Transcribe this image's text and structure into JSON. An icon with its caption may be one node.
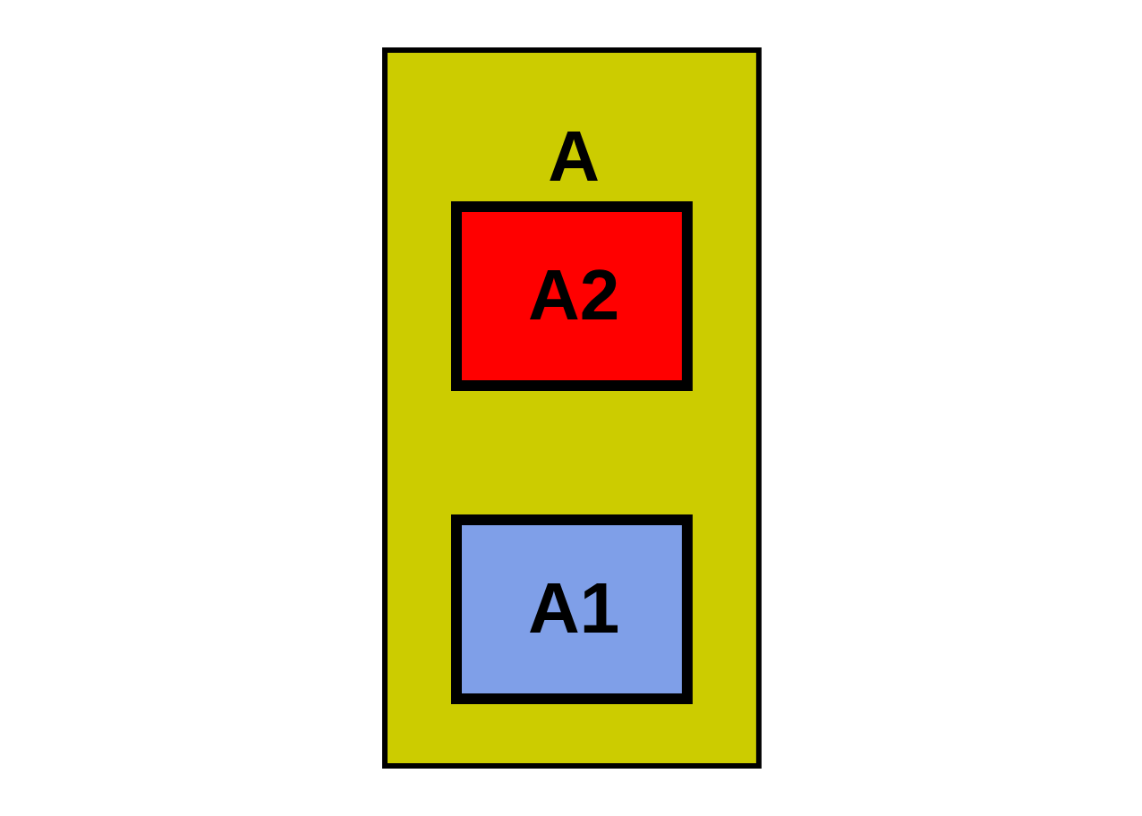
{
  "diagram": {
    "nodes": [
      {
        "text": [
          "A"
        ]
      },
      {
        "text": [
          "A2"
        ],
        "in": 0
      },
      {
        "text": [
          "A1"
        ],
        "in": 0
      }
    ]
  }
}
